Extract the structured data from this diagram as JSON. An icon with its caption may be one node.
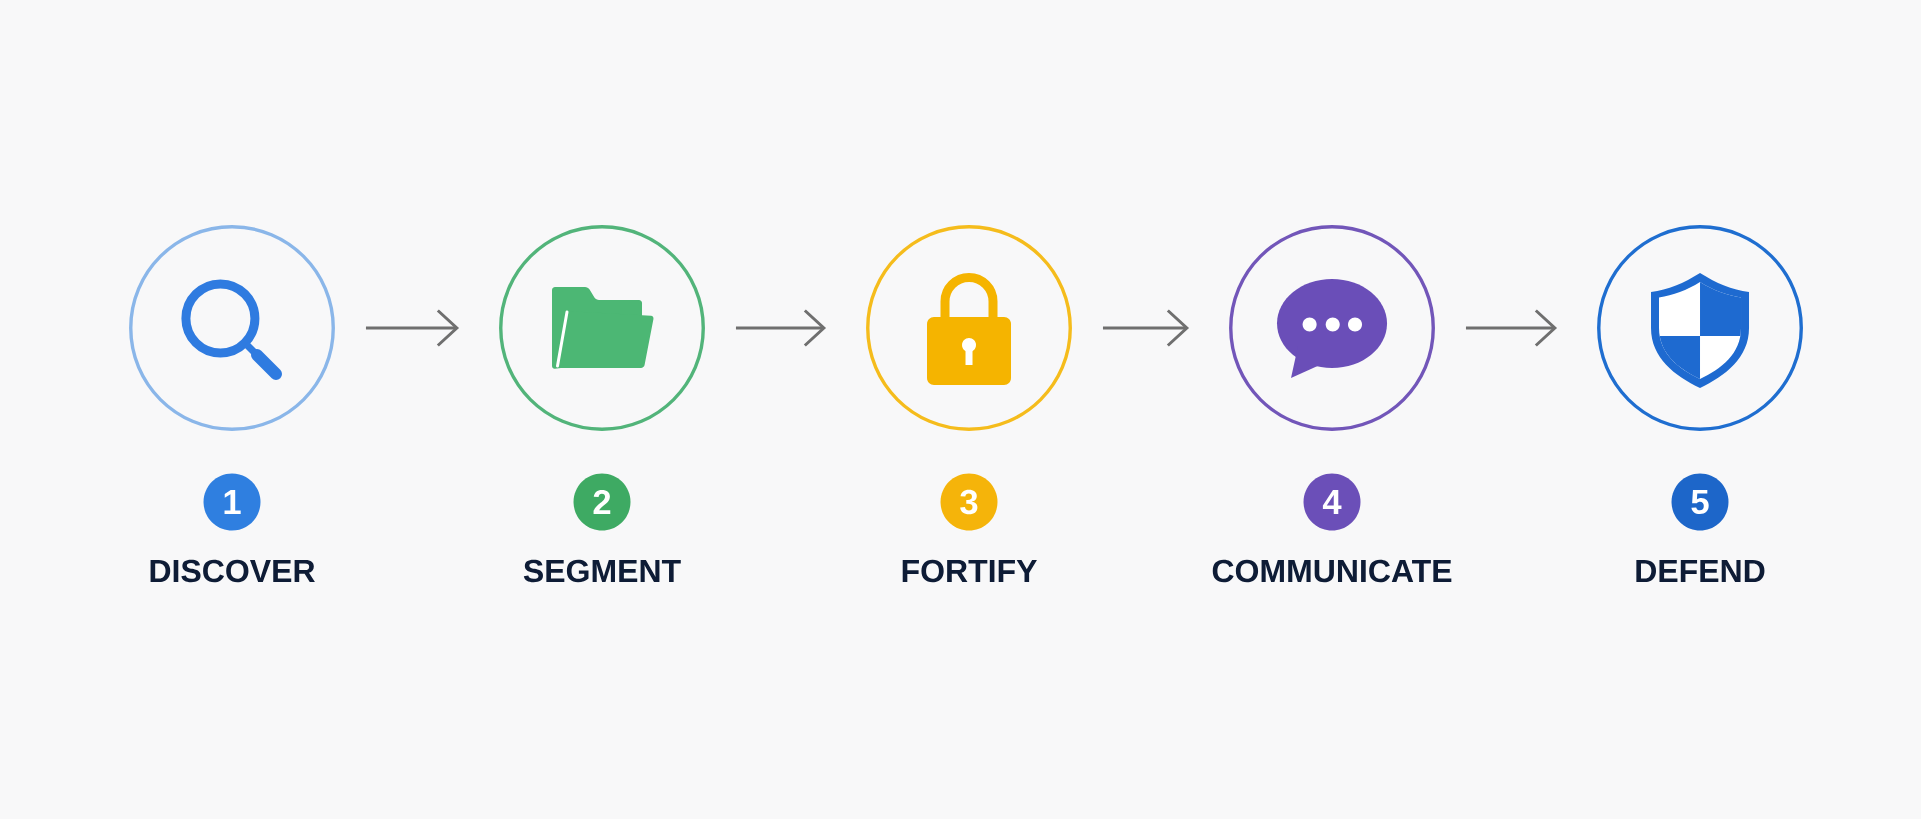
{
  "diagram": {
    "nodes": [
      {
        "text": [],
        "shape": "circle"
      },
      {
        "text": [
          "1"
        ],
        "beside": [
          "DISCOVER"
        ]
      },
      {
        "text": [],
        "shape": "circle"
      },
      {
        "text": [
          "2"
        ],
        "beside": [
          "SEGMENT"
        ]
      },
      {
        "text": [],
        "shape": "circle"
      },
      {
        "text": [
          "3"
        ],
        "beside": [
          "FORTIFY"
        ]
      },
      {
        "text": [],
        "shape": "circle"
      },
      {
        "text": [
          "4"
        ],
        "beside": [
          "COMMUNICATE"
        ]
      },
      {
        "text": [],
        "shape": "circle"
      },
      {
        "text": [
          "5"
        ],
        "beside": [
          "DEFEND"
        ]
      }
    ],
    "edges": [
      {
        "from": 0,
        "to": 2,
        "arrow": "to"
      },
      {
        "from": 2,
        "to": 4,
        "arrow": "to"
      },
      {
        "from": 4,
        "to": 6,
        "arrow": "to"
      },
      {
        "from": 6,
        "to": 8,
        "arrow": "to"
      }
    ]
  }
}
